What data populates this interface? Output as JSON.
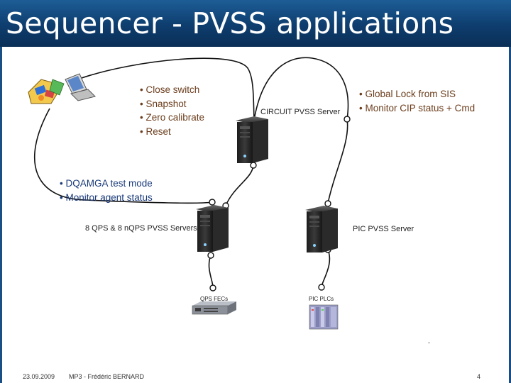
{
  "slide": {
    "title": "Sequencer - PVSS applications",
    "footer": {
      "date": "23.09.2009",
      "author": "MP3 - Frédéric BERNARD",
      "page": "4",
      "mark": "-"
    }
  },
  "labels": {
    "circuit_server": "CIRCUIT PVSS Server",
    "qps_servers": "8 QPS & 8 nQPS PVSS Servers",
    "pic_server": "PIC PVSS Server",
    "qps_fecs": "QPS FECs",
    "pic_plcs": "PIC PLCs"
  },
  "bullets": {
    "client_to_circuit": [
      "Close switch",
      "Snapshot",
      "Zero calibrate",
      "Reset"
    ],
    "circuit_to_pic": [
      "Global Lock from SIS",
      "Monitor CIP status + Cmd"
    ],
    "circuit_to_qps": [
      "DQAMGA test mode",
      "Monitor agent status"
    ]
  },
  "colors": {
    "header": "#0e3d6e",
    "bullet_brown": "#6b3d1c",
    "bullet_blue": "#1a3a7a",
    "server_body": "#2b2b2b",
    "connector": "#111111"
  },
  "icons": [
    "laptop-icon",
    "sequencer-app-icon",
    "server-icon",
    "fec-crate-icon",
    "plc-rack-icon"
  ]
}
